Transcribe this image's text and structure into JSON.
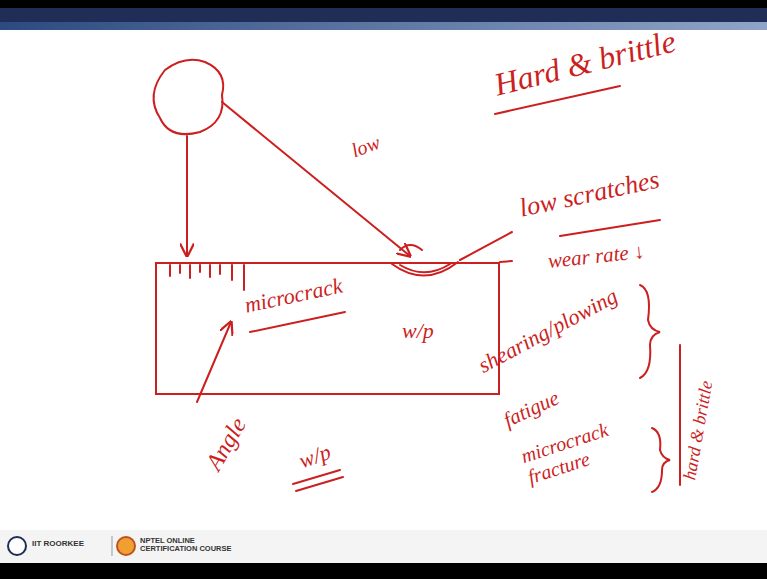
{
  "diagram": {
    "nodes": [
      {
        "text": [
          "microcrack",
          "w/p"
        ]
      }
    ],
    "labels": [
      "Hard & brittle",
      "low",
      "low scratches",
      "wear rate ↓",
      "shearing/plowing",
      "fatigue",
      "microcrack fracture",
      "hard & brittle",
      "Angle",
      "w/p",
      "IIT ROORKEE",
      "NPTEL ONLINE CERTIFICATION COURSE"
    ]
  }
}
